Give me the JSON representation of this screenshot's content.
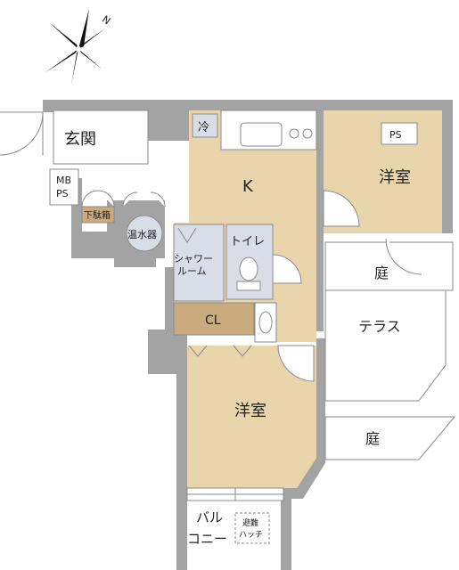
{
  "labels": {
    "entrance": "玄関",
    "mbps_1": "MB",
    "mbps_2": "PS",
    "shoe_box": "下駄箱",
    "water_heater": "温水器",
    "fridge": "冷",
    "kitchen": "K",
    "western_room_top": "洋室",
    "ps": "PS",
    "shower_1": "シャワー",
    "shower_2": "ルーム",
    "toilet": "トイレ",
    "washer": "洗",
    "garden_top": "庭",
    "terrace": "テラス",
    "closet": "CL",
    "western_room_bottom": "洋室",
    "garden_bottom": "庭",
    "balcony_1": "バル",
    "balcony_2": "コニー",
    "hatch_1": "避難",
    "hatch_2": "ハッチ"
  },
  "compass": {
    "north_label": "N"
  }
}
